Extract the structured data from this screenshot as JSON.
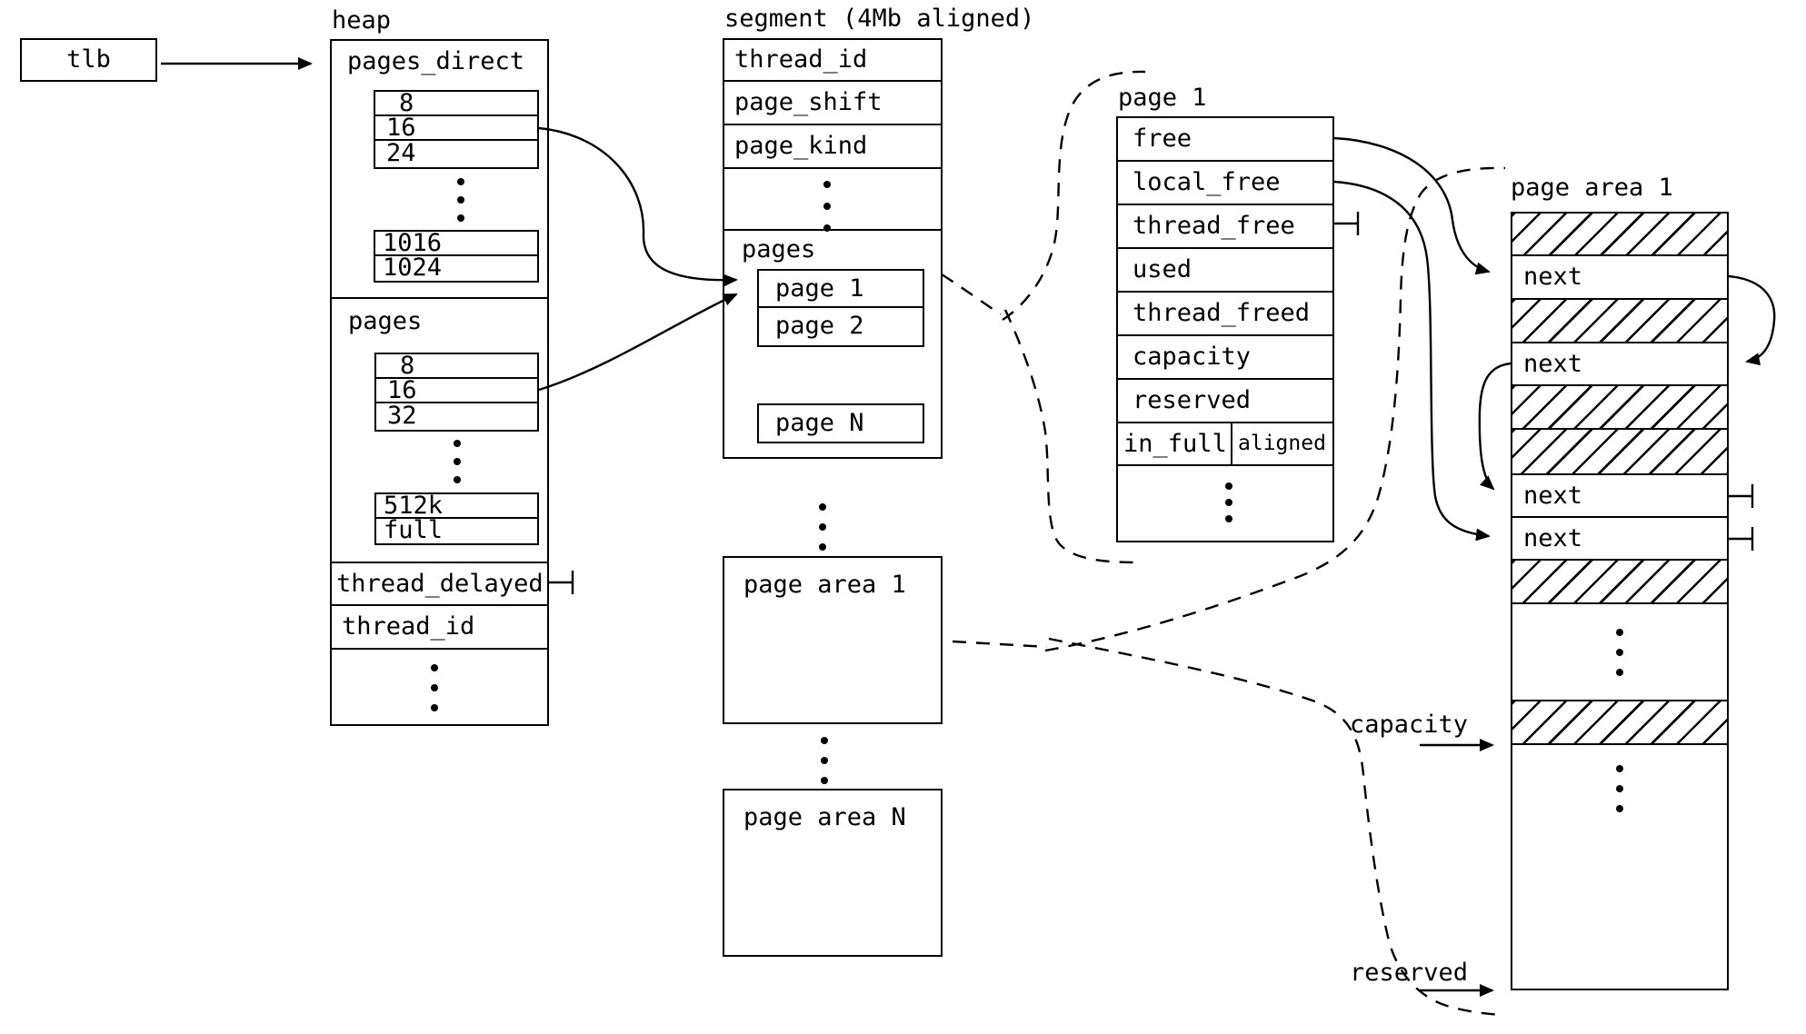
{
  "colors": {
    "ink": "#000000",
    "background": "#ffffff"
  },
  "tlb": {
    "label": "tlb"
  },
  "heap": {
    "title": "heap",
    "pages_direct_label": "pages_direct",
    "pages_direct_rows": [
      "8",
      "16",
      "24"
    ],
    "pages_direct_rows_tail": [
      "1016",
      "1024"
    ],
    "pages_label": "pages",
    "pages_rows": [
      "8",
      "16",
      "32"
    ],
    "pages_rows_tail": [
      "512k",
      "full"
    ],
    "thread_delayed": "thread_delayed",
    "thread_id": "thread_id"
  },
  "segment": {
    "title": "segment (4Mb aligned)",
    "thread_id": "thread_id",
    "page_shift": "page_shift",
    "page_kind": "page_kind",
    "pages_label": "pages",
    "page_1": "page 1",
    "page_2": "page 2",
    "page_n": "page N",
    "page_area_1": "page area 1",
    "page_area_n": "page area N"
  },
  "page_struct": {
    "title": "page 1",
    "free": "free",
    "local_free": "local_free",
    "thread_free": "thread_free",
    "used": "used",
    "thread_freed": "thread_freed",
    "capacity": "capacity",
    "reserved": "reserved",
    "in_full": "in_full",
    "aligned": "aligned"
  },
  "page_area": {
    "title": "page area 1",
    "next": "next",
    "capacity_pointer": "capacity",
    "reserved_pointer": "reserved"
  }
}
